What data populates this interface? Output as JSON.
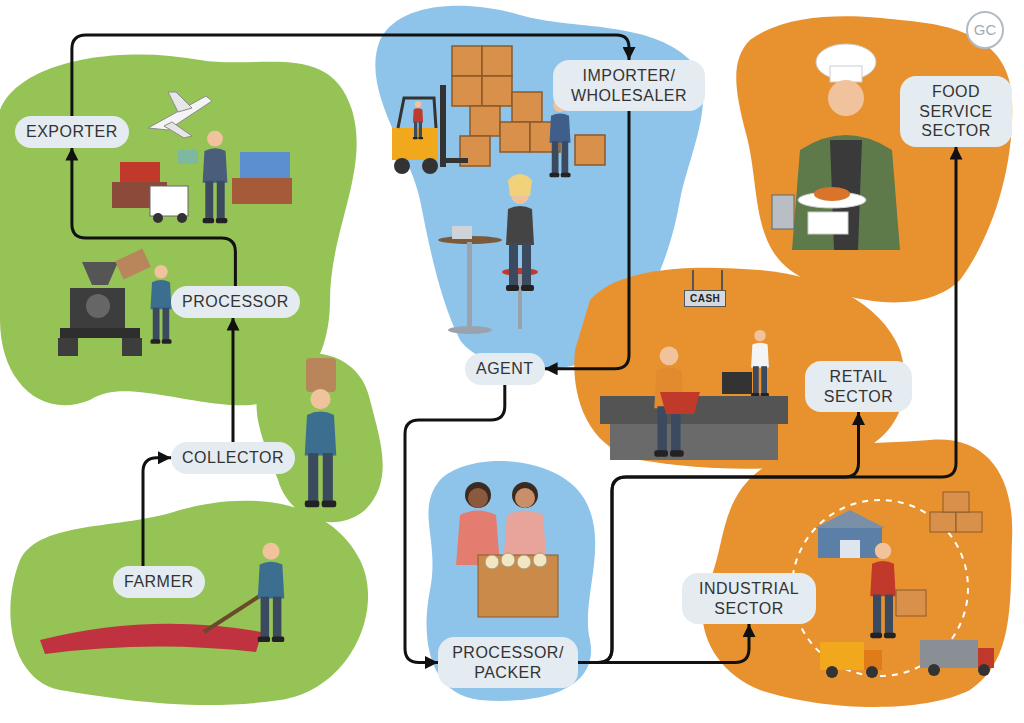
{
  "diagram": {
    "nodes": [
      {
        "text": [
          "EXPORTER"
        ]
      },
      {
        "text": [
          "IMPORTER/ WHOLESALER"
        ]
      },
      {
        "text": [
          "FOOD SERVICE SECTOR"
        ]
      },
      {
        "text": [
          "PROCESSOR"
        ]
      },
      {
        "text": [
          "AGENT"
        ]
      },
      {
        "text": [
          "RETAIL SECTOR"
        ]
      },
      {
        "text": [
          "COLLECTOR"
        ]
      },
      {
        "text": [
          "FARMER"
        ]
      },
      {
        "text": [
          "INDUSTRIAL SECTOR"
        ]
      },
      {
        "text": [
          "PROCESSOR/ PACKER"
        ]
      }
    ],
    "edges": [
      {
        "from": 7,
        "to": 6,
        "arrow": "to"
      },
      {
        "from": 6,
        "to": 3,
        "arrow": "to"
      },
      {
        "from": 3,
        "to": 0,
        "arrow": "to"
      },
      {
        "from": 0,
        "to": 1,
        "arrow": "to"
      },
      {
        "from": 1,
        "to": 4,
        "arrow": "to"
      },
      {
        "from": 4,
        "to": 9,
        "arrow": "to"
      },
      {
        "from": 9,
        "to": 8,
        "arrow": "to"
      },
      {
        "from": 9,
        "to": 5,
        "arrow": "to"
      },
      {
        "from": 9,
        "to": 2,
        "arrow": "to"
      }
    ],
    "labels": [
      "GC",
      "CASH"
    ]
  }
}
